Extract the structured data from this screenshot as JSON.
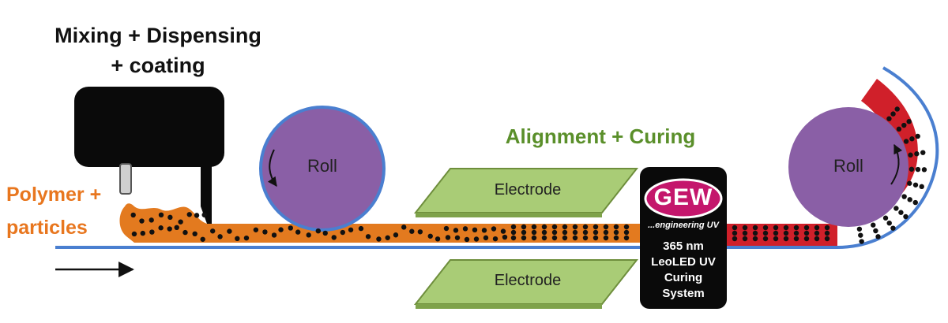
{
  "labels": {
    "mixing_line1": "Mixing + Dispensing",
    "mixing_line2": "+ coating",
    "alignment": "Alignment + Curing",
    "polymer_line1": "Polymer +",
    "polymer_line2": "particles",
    "roll_left": "Roll",
    "roll_right": "Roll",
    "electrode_top": "Electrode",
    "electrode_bottom": "Electrode"
  },
  "uv_system": {
    "logo": "GEW",
    "tagline": "...engineering UV",
    "line1": "365 nm",
    "line2": "LeoLED UV",
    "line3": "Curing",
    "line4": "System"
  },
  "colors": {
    "substrate": "#4a7fd0",
    "polymer": "#e37a1f",
    "cured": "#d0202a",
    "roll": "#8a5fa6",
    "electrode": "#a9cc76",
    "dispenser": "#0a0a0a",
    "alignment_text": "#5a8f2a",
    "polymer_text": "#e8761e"
  }
}
